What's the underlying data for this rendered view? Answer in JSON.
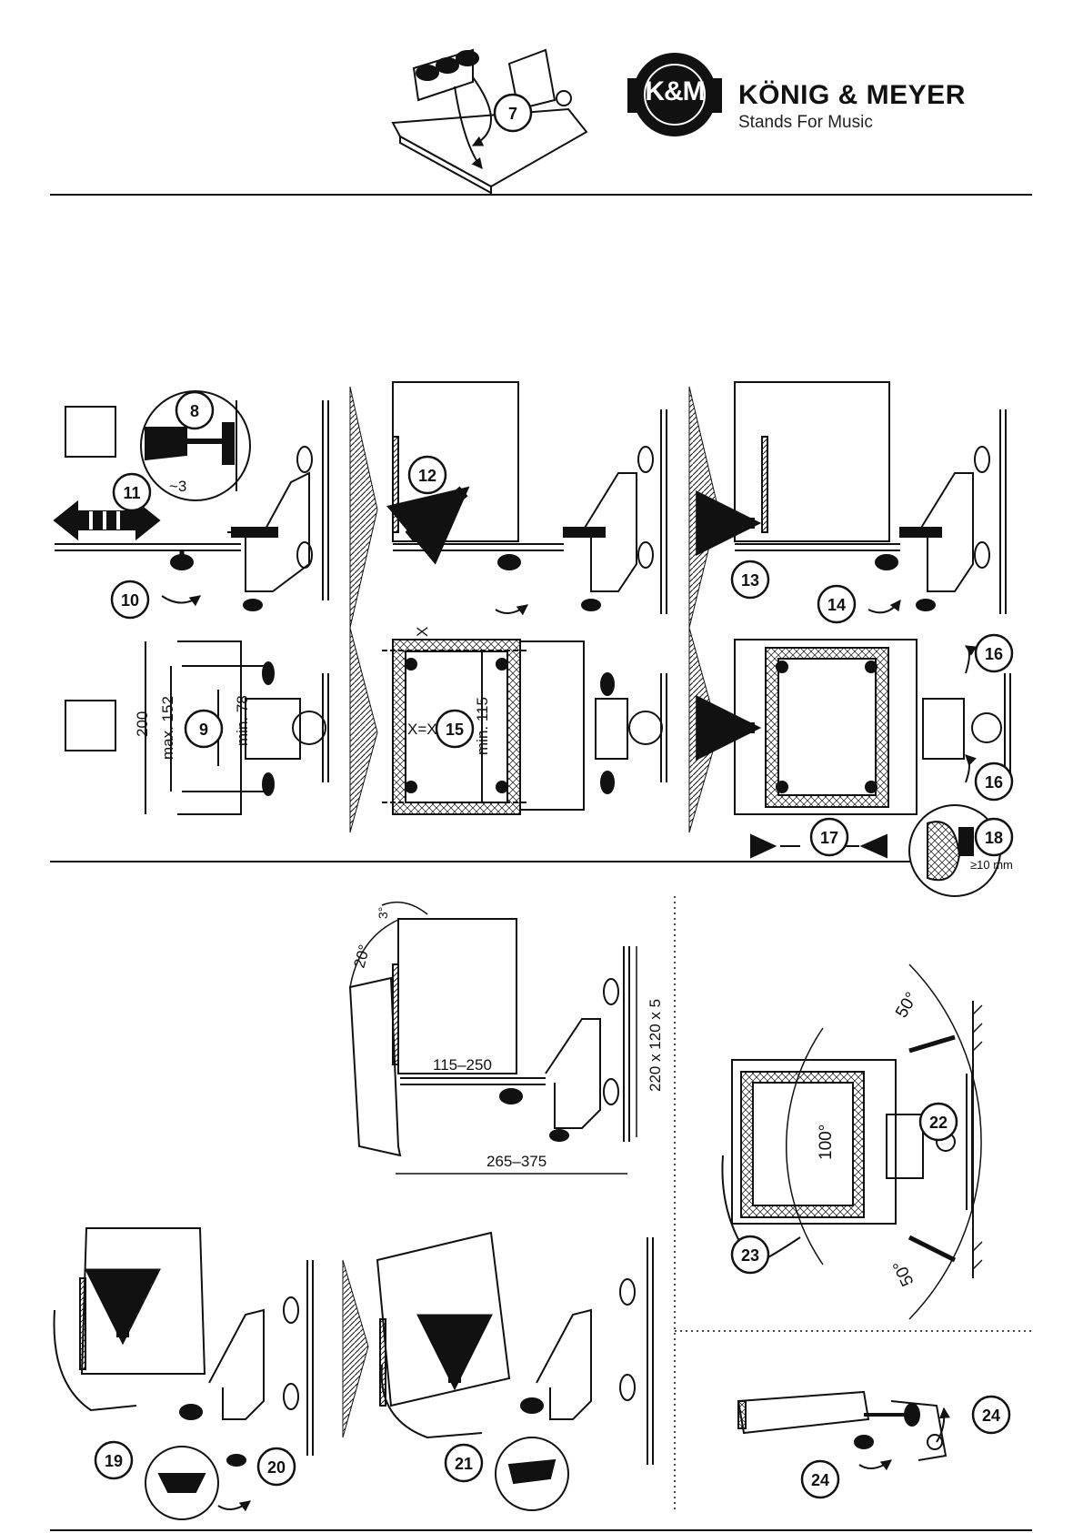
{
  "brand": {
    "mark": "K&M",
    "name": "KÖNIG & MEYER",
    "tagline": "Stands For Music"
  },
  "steps": [
    "7",
    "8",
    "9",
    "10",
    "11",
    "12",
    "13",
    "14",
    "15",
    "16",
    "16",
    "17",
    "18",
    "19",
    "20",
    "21",
    "22",
    "23",
    "24",
    "24"
  ],
  "dimensions": {
    "d_3": "~3",
    "d_200": "200",
    "d_max152": "max. 152",
    "d_min78": "min. 78",
    "d_xx": "X=X",
    "d_min115": "min. 115",
    "d_x": "X",
    "d_10mm": "≥10 mm",
    "d_3deg": "3°",
    "d_20deg": "20°",
    "d_115_250": "115–250",
    "d_265_375": "265–375",
    "d_220": "220 x 120 x 5",
    "d_50a": "50°",
    "d_100": "100°",
    "d_50b": "50°"
  },
  "colors": {
    "ink": "#111111",
    "paper": "#ffffff"
  }
}
